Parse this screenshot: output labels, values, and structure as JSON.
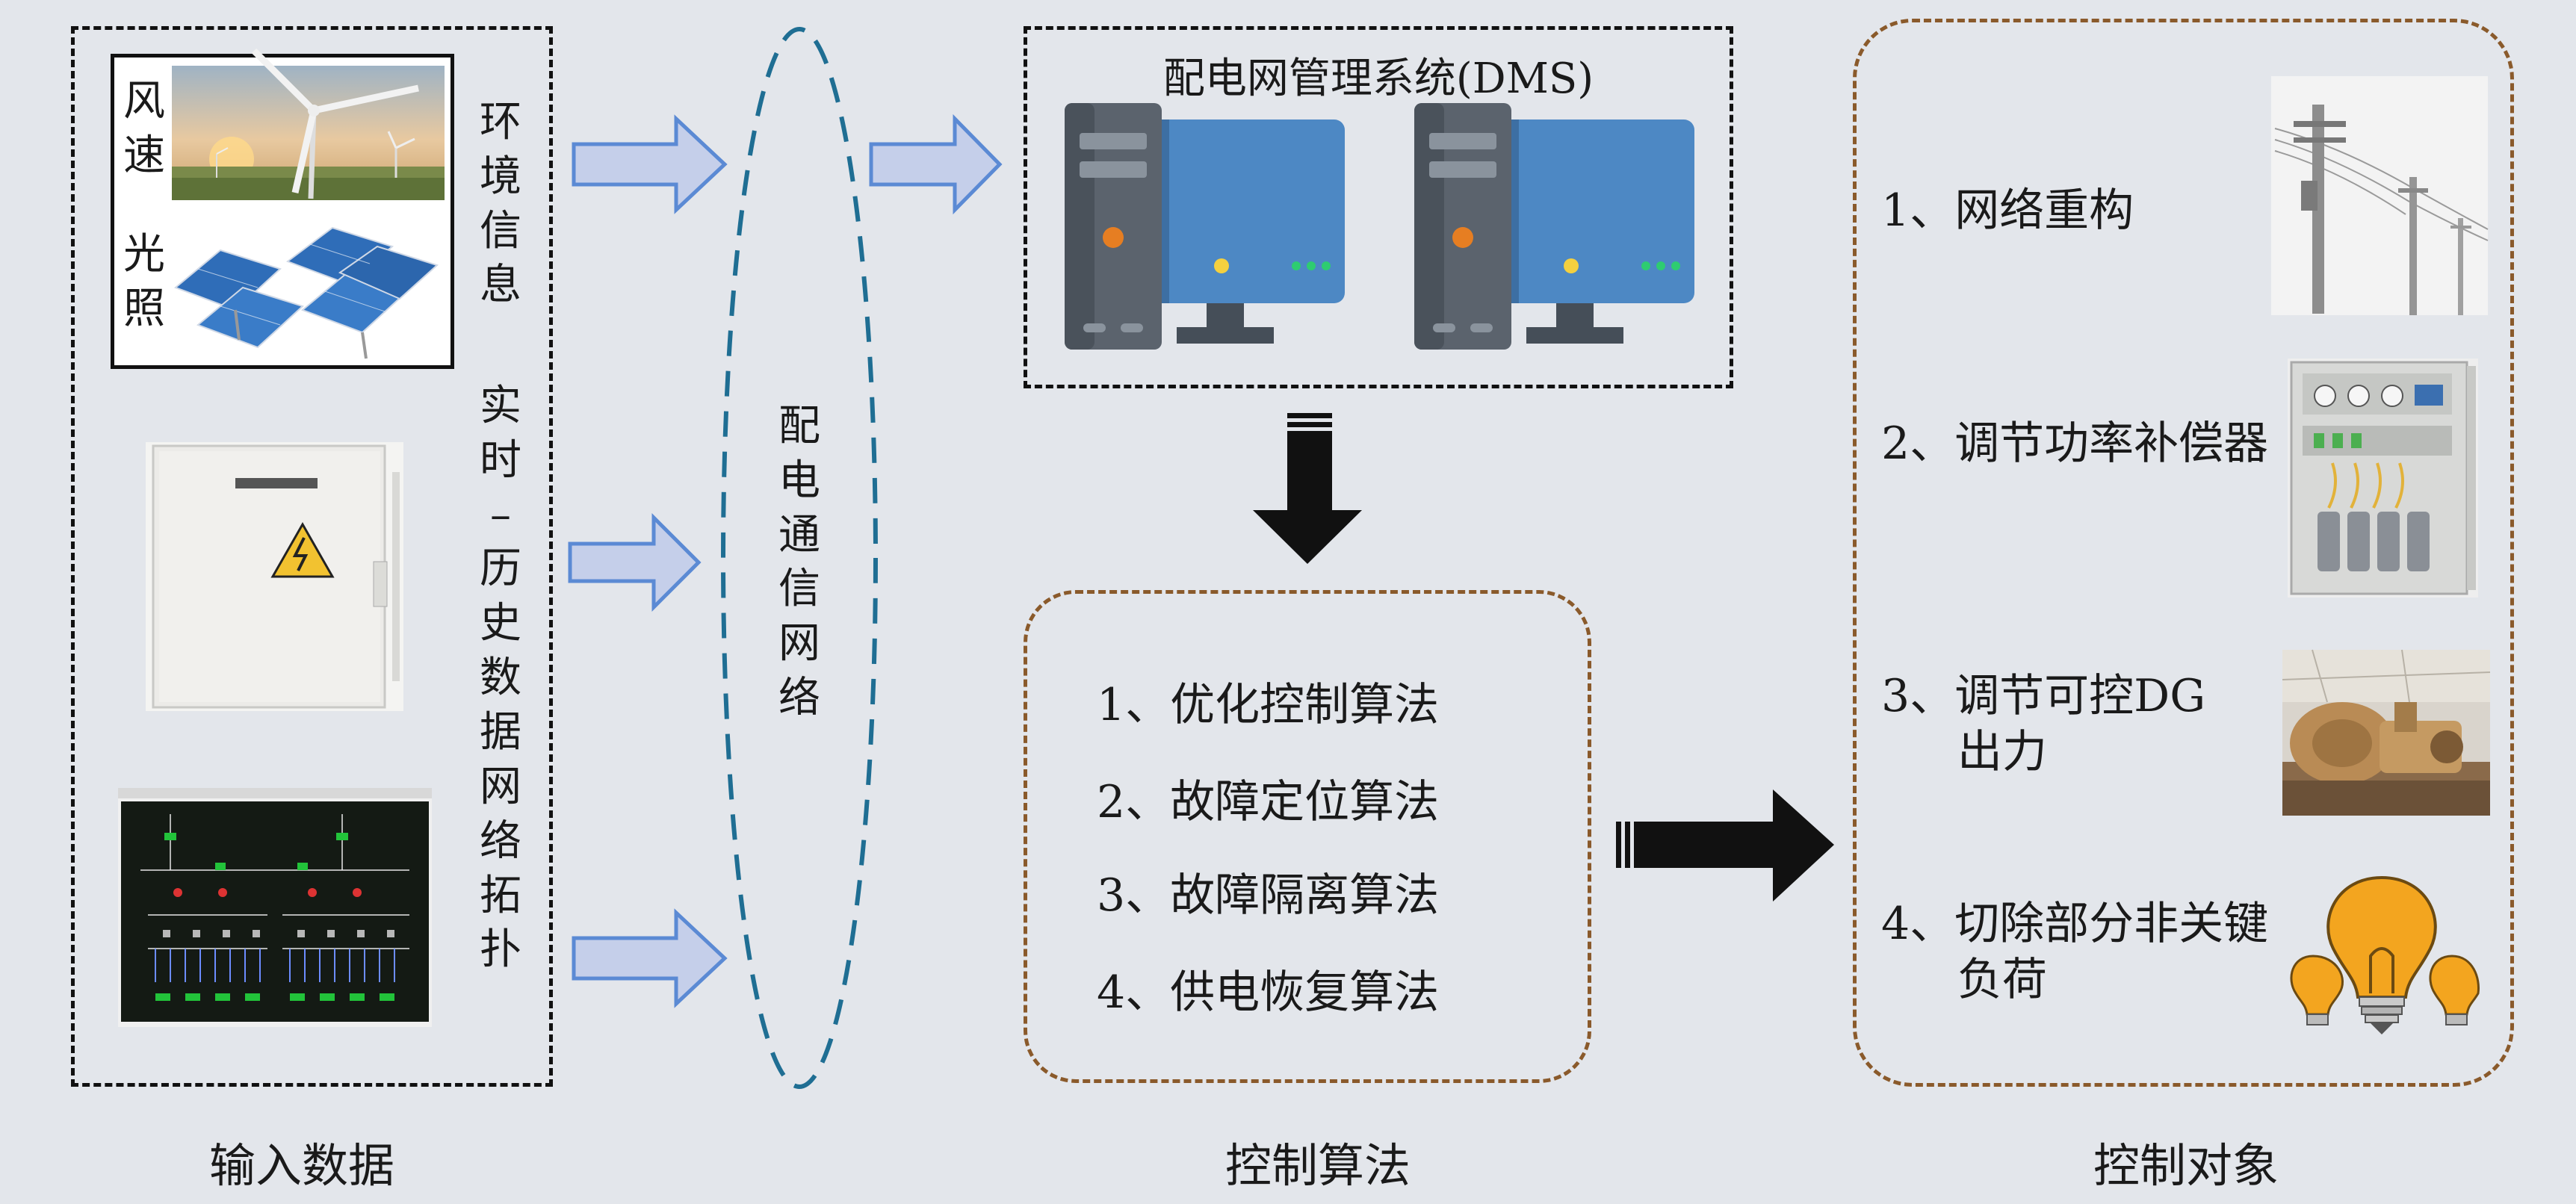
{
  "input": {
    "caption": "输入数据",
    "wind_label": [
      "风",
      "速"
    ],
    "solar_label": [
      "光",
      "照"
    ],
    "env_label": [
      "环",
      "境",
      "信",
      "息"
    ],
    "hist_label": [
      "实",
      "时",
      "–",
      "历",
      "史",
      "数",
      "据"
    ],
    "topo_label": [
      "网",
      "络",
      "拓",
      "扑"
    ]
  },
  "network": {
    "label": [
      "配",
      "电",
      "通",
      "信",
      "网",
      "络"
    ]
  },
  "dms": {
    "title": "配电网管理系统(DMS)"
  },
  "algorithms": {
    "caption": "控制算法",
    "items": [
      "1、优化控制算法",
      "2、故障定位算法",
      "3、故障隔离算法",
      "4、供电恢复算法"
    ]
  },
  "objects": {
    "caption": "控制对象",
    "items": [
      {
        "num": "1、",
        "text": [
          "网络重构"
        ]
      },
      {
        "num": "2、",
        "text": [
          "调节功率补偿器"
        ]
      },
      {
        "num": "3、",
        "text": [
          "调节可控DG",
          "出力"
        ]
      },
      {
        "num": "4、",
        "text": [
          "切除部分非关键",
          "负荷"
        ]
      }
    ]
  }
}
